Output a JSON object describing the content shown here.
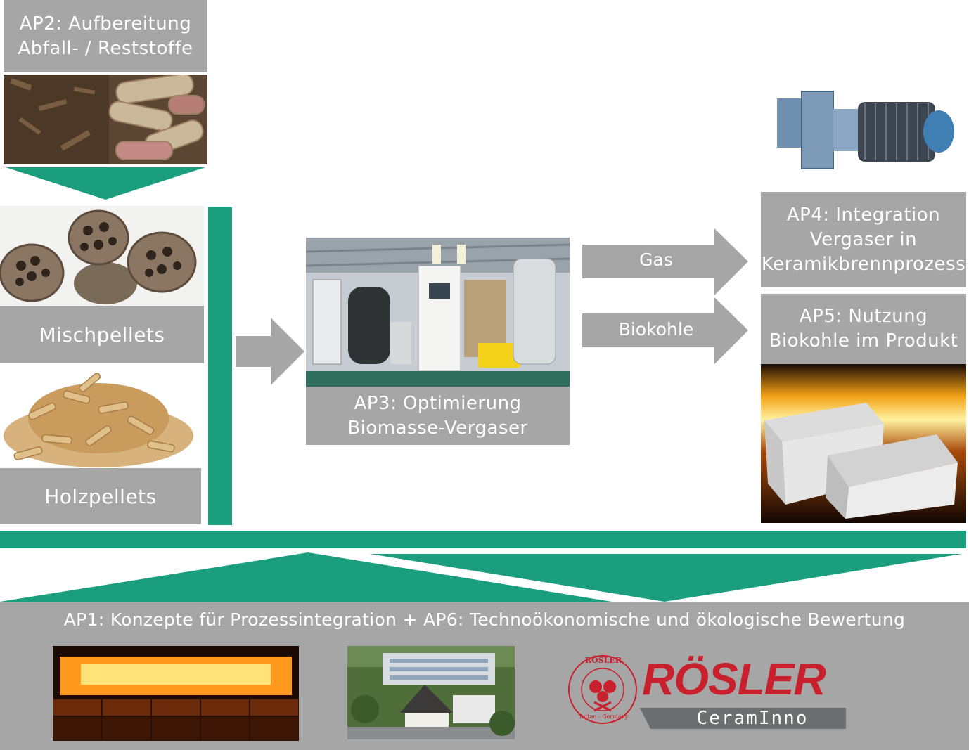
{
  "ap2": {
    "line1": "AP2: Aufbereitung",
    "line2": "Abfall- / Reststoffe"
  },
  "misch": {
    "label": "Mischpellets"
  },
  "holz": {
    "label": "Holzpellets"
  },
  "ap3": {
    "line1": "AP3: Optimierung",
    "line2": "Biomasse-Vergaser"
  },
  "arrows": {
    "gas": "Gas",
    "biokohle": "Biokohle"
  },
  "ap4": {
    "line1": "AP4: Integration",
    "line2": "Vergaser in",
    "line3": "Keramikbrennprozess"
  },
  "ap5": {
    "line1": "AP5: Nutzung",
    "line2": "Biokohle im Produkt"
  },
  "ap1": {
    "text": "AP1: Konzepte für Prozessintegration + AP6: Technoökonomische und ökologische Bewertung"
  },
  "logo": {
    "brand": "RÖSLER",
    "sub": "CeramInno",
    "seal_top": "RÖSLER",
    "seal_bottom": "Tettau - Germany"
  },
  "colors": {
    "accent_green": "#1a9e7e",
    "box_grey": "#a6a6a6",
    "logo_red": "#c8202c",
    "logo_dark": "#6d6e70"
  }
}
